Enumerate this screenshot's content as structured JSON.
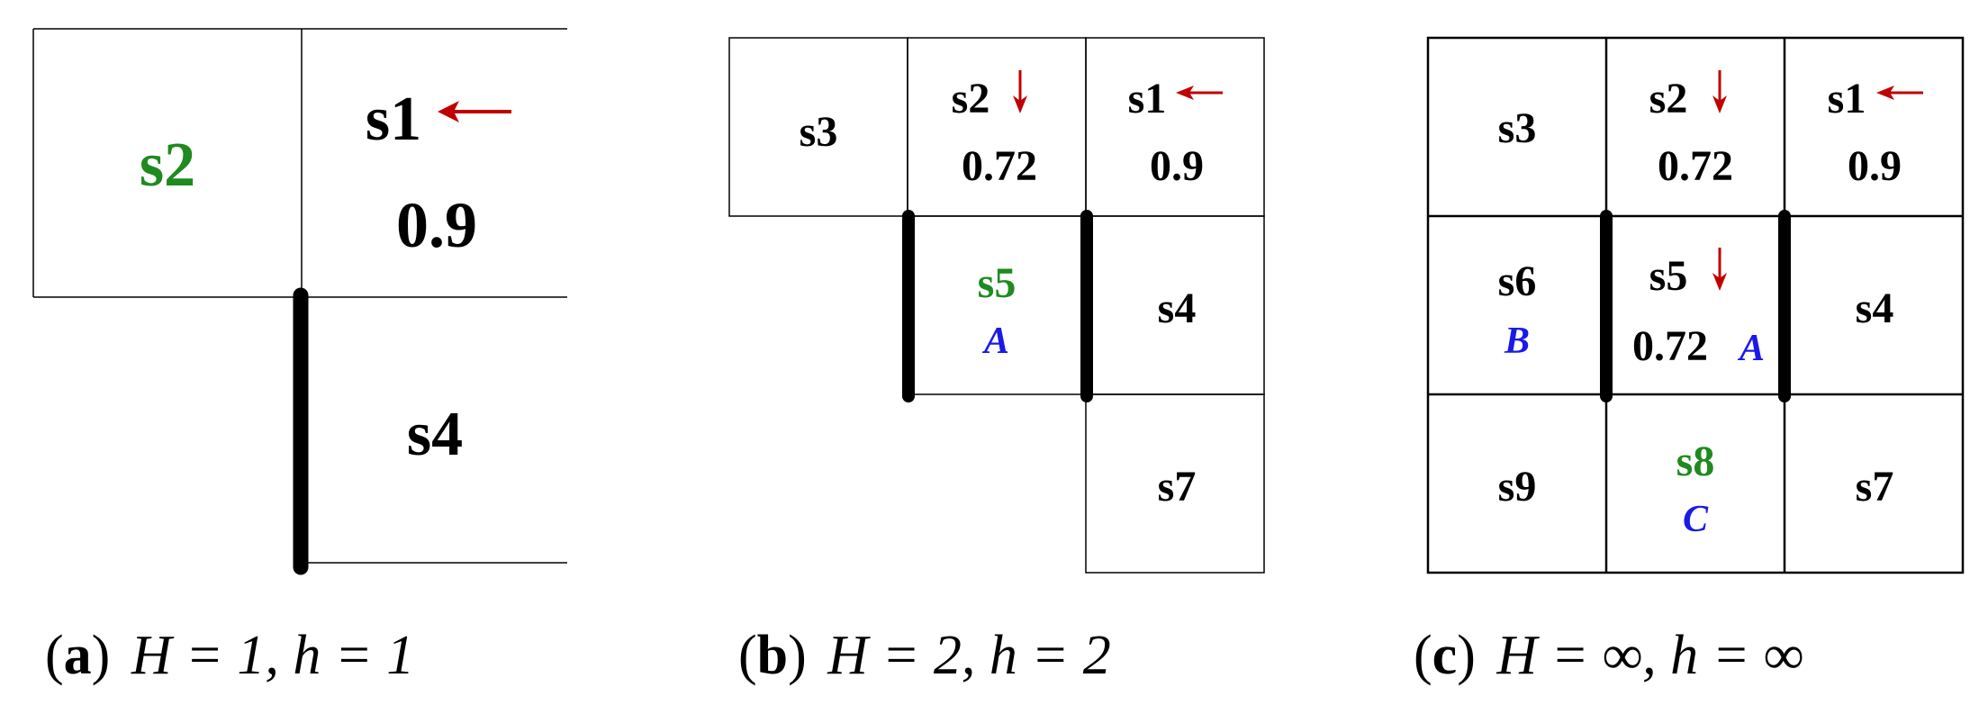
{
  "panel_a": {
    "cell_left": "s2",
    "cell_topright": "s1",
    "cell_topright_value": "0.9",
    "cell_bottomright": "s4",
    "caption": {
      "tag": "a",
      "text": "H = 1, h = 1"
    }
  },
  "panel_b": {
    "s3": "s3",
    "s2": "s2",
    "s2_value": "0.72",
    "s1": "s1",
    "s1_value": "0.9",
    "s5": "s5",
    "s5_action": "A",
    "s4": "s4",
    "s7": "s7",
    "caption": {
      "tag": "b",
      "text": "H = 2, h = 2"
    }
  },
  "panel_c": {
    "s3": "s3",
    "s2": "s2",
    "s2_value": "0.72",
    "s1": "s1",
    "s1_value": "0.9",
    "s6": "s6",
    "s6_action": "B",
    "s5": "s5",
    "s5_value": "0.72",
    "s5_action": "A",
    "s4": "s4",
    "s9": "s9",
    "s8": "s8",
    "s8_action": "C",
    "s7": "s7",
    "caption": {
      "tag": "c",
      "text": "H = ∞, h = ∞"
    }
  },
  "arrows": {
    "left": "←",
    "down": "↓"
  },
  "colors": {
    "green": "#1f8a1f",
    "red": "#c00000",
    "blue": "#1a1ae6",
    "grid": "#000000"
  }
}
